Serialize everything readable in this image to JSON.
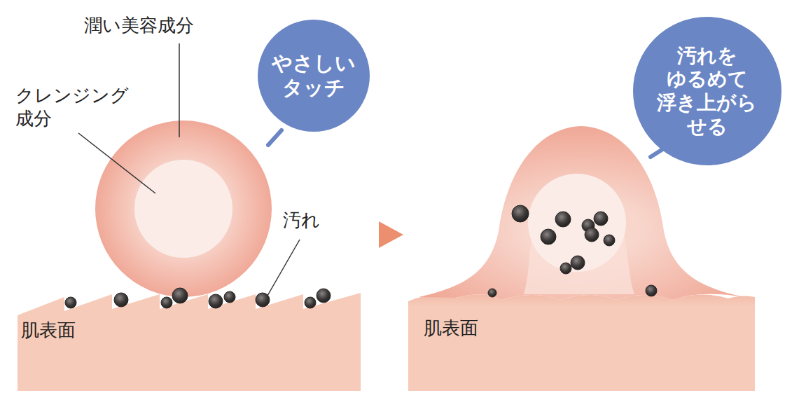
{
  "diagram": {
    "nodes": [
      {
        "text": [
          "やさしい タッチ"
        ]
      },
      {
        "text": [
          "汚れを ゆるめて 浮き上がら せる"
        ]
      }
    ],
    "labels": [
      "潤い美容成分",
      "クレンジング 成分",
      "汚れ",
      "肌表面",
      "肌表面"
    ]
  }
}
